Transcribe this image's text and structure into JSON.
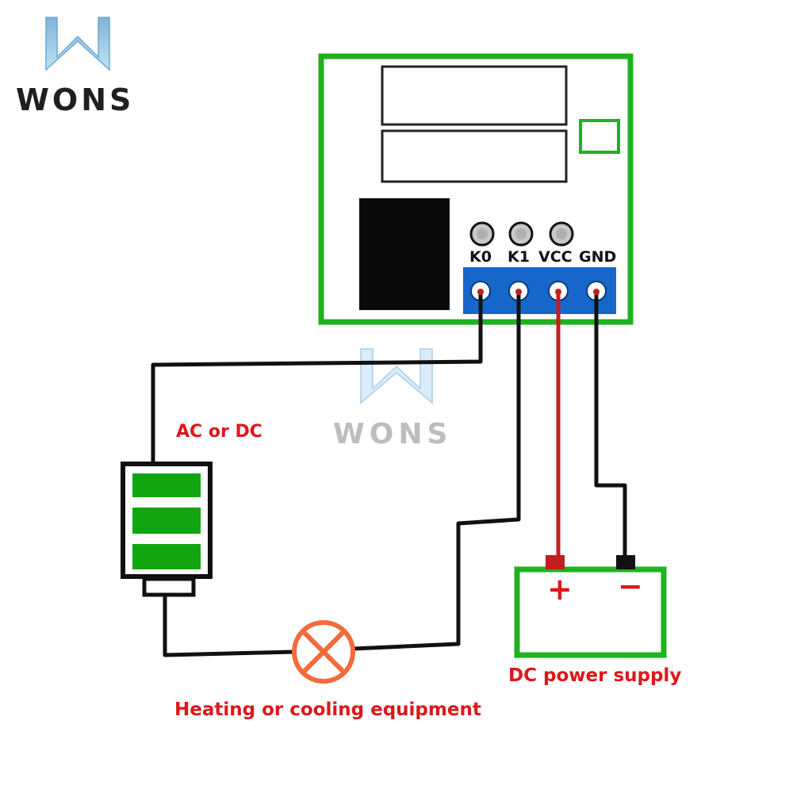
{
  "brand": {
    "name": "WONS",
    "watermark_text": "WONS"
  },
  "module": {
    "pins": [
      "K0",
      "K1",
      "VCC",
      "GND"
    ]
  },
  "labels": {
    "source": "AC or DC",
    "load": "Heating or cooling equipment",
    "supply": "DC power supply",
    "plus": "+",
    "minus": "−"
  },
  "colors": {
    "board_border": "#1fb21f",
    "terminal_block": "#1667c9",
    "positive_wire": "#c41d1d",
    "wire": "#111111",
    "label_red": "#e0161a",
    "battery_cell": "#11a611",
    "lamp": "#f26b3a",
    "logo_blue": "#7fb3d8"
  },
  "icons": [
    "lamp-icon",
    "battery-icon",
    "relay-icon",
    "logo-icon"
  ]
}
